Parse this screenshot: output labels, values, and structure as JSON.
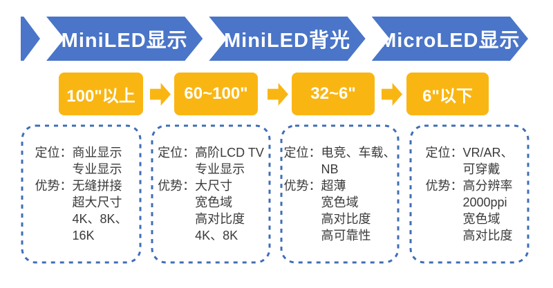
{
  "banner": {
    "segments": [
      {
        "label": "MiniLED显示"
      },
      {
        "label": "MiniLED背光"
      },
      {
        "label": "MicroLED显示"
      }
    ]
  },
  "size_flow": {
    "chips": [
      {
        "label": "100\"以上"
      },
      {
        "label": "60~100\""
      },
      {
        "label": "32~6\""
      },
      {
        "label": "6\"以下"
      }
    ],
    "arrow_icon": "right-block-arrow"
  },
  "detail_boxes": [
    {
      "position_label": "定位：",
      "position_lines": [
        "商业显示",
        "专业显示"
      ],
      "advantage_label": "优势：",
      "advantage_lines": [
        "无缝拼接",
        "超大尺寸",
        "4K、8K、",
        "16K"
      ]
    },
    {
      "position_label": "定位：",
      "position_lines": [
        "高阶LCD TV",
        "专业显示"
      ],
      "advantage_label": "优势：",
      "advantage_lines": [
        "大尺寸",
        "宽色域",
        "高对比度",
        "4K、8K"
      ]
    },
    {
      "position_label": "定位：",
      "position_lines": [
        "电竞、车载、",
        "NB"
      ],
      "advantage_label": "优势：",
      "advantage_lines": [
        "超薄",
        "宽色域",
        "高对比度",
        "高可靠性"
      ]
    },
    {
      "position_label": "定位：",
      "position_lines": [
        "VR/AR、",
        "可穿戴"
      ],
      "advantage_label": "优势：",
      "advantage_lines": [
        "高分辨率",
        "2000ppi",
        "宽色域",
        "高对比度"
      ]
    }
  ],
  "colors": {
    "ribbon_blue": "#4a75c8",
    "chip_orange": "#f9b613",
    "dash_blue": "#3f6db8",
    "text_dark": "#3a3a3a",
    "text_light": "#ffffff"
  }
}
